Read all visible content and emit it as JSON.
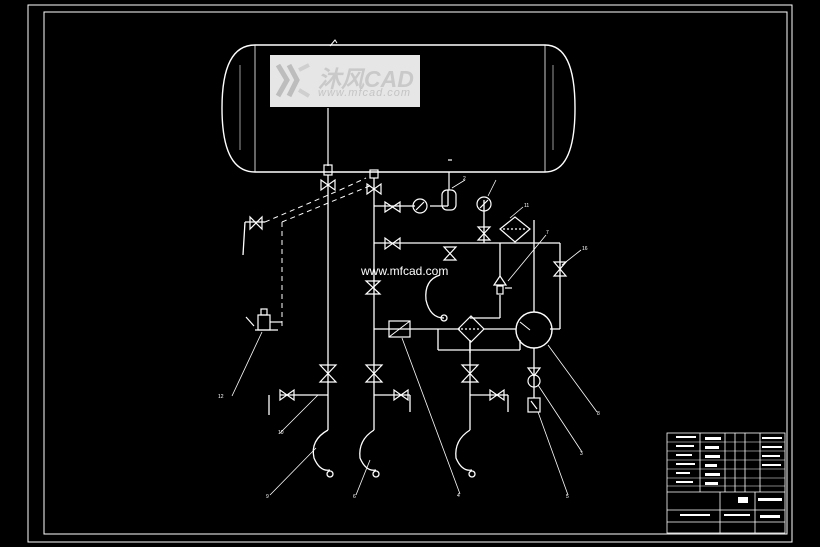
{
  "watermark": {
    "brand": "沐风CAD",
    "url": "www.mfcad.com"
  },
  "watermark_center": {
    "url": "www.mfcad.com"
  },
  "callouts": [
    "12",
    "10",
    "9",
    "6",
    "4",
    "5",
    "3",
    "8",
    "11",
    "7",
    "16",
    "2"
  ],
  "title_block": {
    "note": "minimal lettering, unreadable at this resolution"
  },
  "colors": {
    "background": "#000000",
    "lines": "#ffffff",
    "watermark_box": "#e6e6e6"
  }
}
